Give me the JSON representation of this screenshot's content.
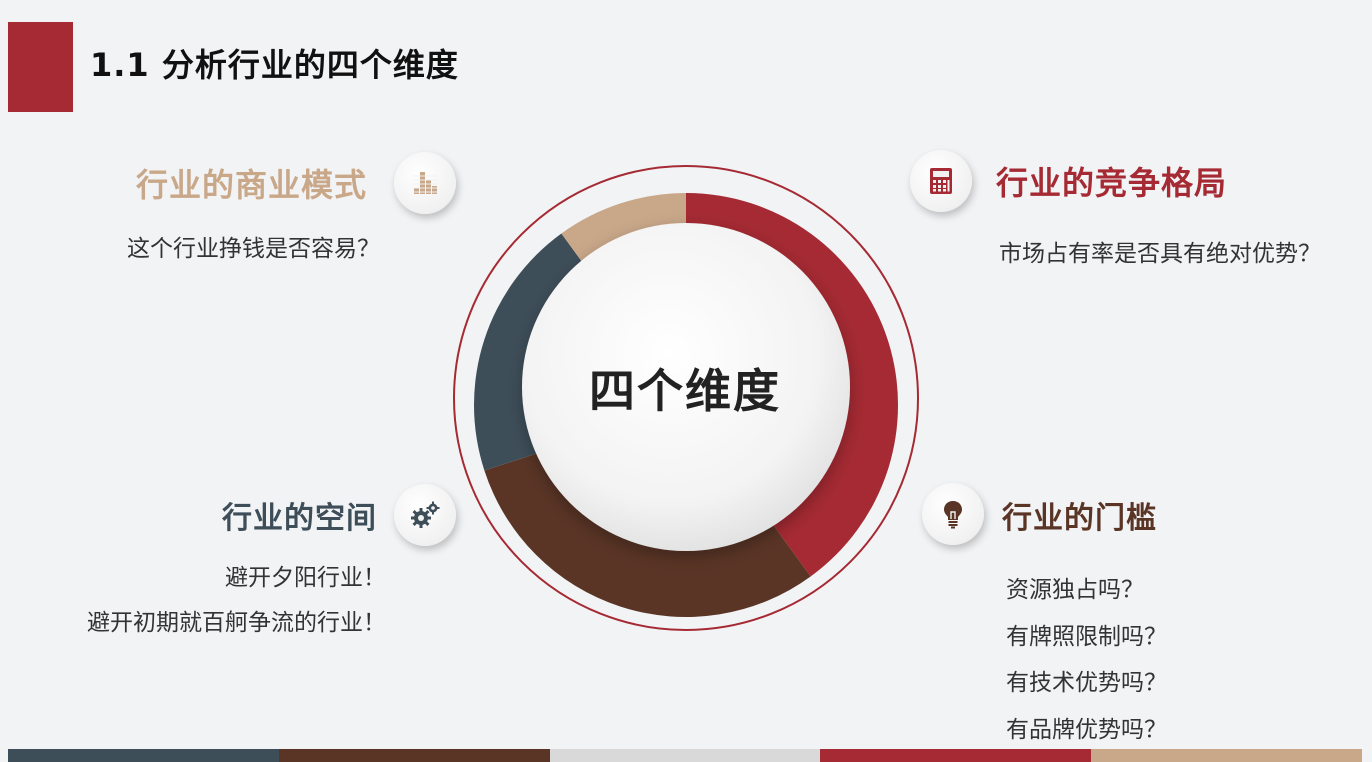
{
  "slide": {
    "title": "1.1  分析行业的四个维度",
    "center_label": "四个维度"
  },
  "dimensions": {
    "business_model": {
      "title": "行业的商业模式",
      "color": "#c9a789",
      "icon": "bar-chart-icon",
      "lines": [
        "这个行业挣钱是否容易？"
      ]
    },
    "competition": {
      "title": "行业的竞争格局",
      "color": "#a52a33",
      "icon": "calculator-icon",
      "lines": [
        "市场占有率是否具有绝对优势？"
      ]
    },
    "space": {
      "title": "行业的空间",
      "color": "#3e4e59",
      "icon": "gears-icon",
      "lines": [
        "避开夕阳行业！",
        "避开初期就百舸争流的行业！"
      ]
    },
    "barrier": {
      "title": "行业的门槛",
      "color": "#5a3526",
      "icon": "lightbulb-icon",
      "lines": [
        "资源独占吗？",
        "有牌照限制吗？",
        "有技术优势吗？",
        "有品牌优势吗？"
      ]
    }
  },
  "donut": {
    "segments": [
      {
        "name": "competition",
        "value": 40,
        "color": "#a52a33"
      },
      {
        "name": "barrier",
        "value": 30,
        "color": "#5a3526"
      },
      {
        "name": "space",
        "value": 20,
        "color": "#3e4e59"
      },
      {
        "name": "business_model",
        "value": 10,
        "color": "#c9a789"
      }
    ],
    "ring_color": "#a52a33"
  },
  "bottom_bar": [
    "#3e4e59",
    "#5a3526",
    "#d9d9d9",
    "#a52a33",
    "#c9a789"
  ]
}
